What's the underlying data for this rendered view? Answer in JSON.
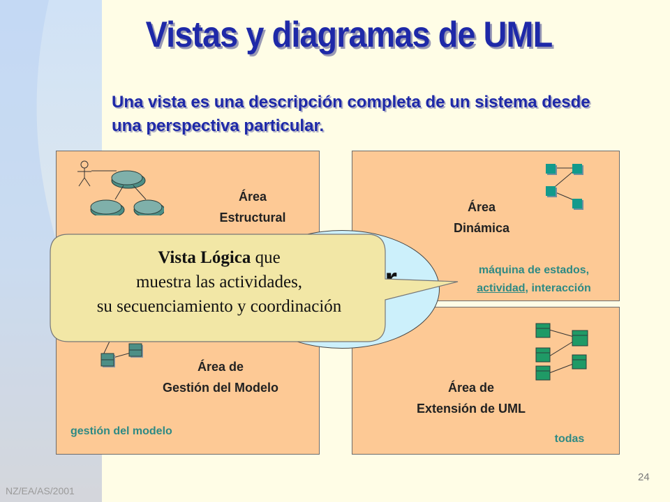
{
  "title": "Vistas y diagramas de UML",
  "subtitle": "Una vista es una descripción completa de un sistema desde una perspectiva particular.",
  "areas": {
    "structural": {
      "line1": "Área",
      "line2": "Estructural"
    },
    "dynamic": {
      "line1": "Área",
      "line2": "Dinámica",
      "diagrams_line1": "máquina de estados,",
      "diagrams_underlined": "actividad",
      "diagrams_rest": ", interacción"
    },
    "model_management": {
      "line1": "Área de",
      "line2": "Gestión del Modelo",
      "diagrams": "gestión del modelo"
    },
    "uml_extension": {
      "line1": "Área de",
      "line2": "Extensión de UML",
      "diagrams": "todas"
    }
  },
  "oval": {
    "text": "or"
  },
  "callout": {
    "line1_bold": "Vista Lógica",
    "line1_rest": " que",
    "line2": "muestra las actividades,",
    "line3": "su secuenciamiento y coordinación"
  },
  "footer": {
    "left": "NZ/EA/AS/2001",
    "page_number": "24"
  },
  "colors": {
    "title": "#1e29a8",
    "panel": "#fdc995",
    "teal_text": "#2e8a84",
    "oval": "#ccf0fb",
    "callout": "#f2e7a6",
    "icon_teal": "#159a8c"
  }
}
